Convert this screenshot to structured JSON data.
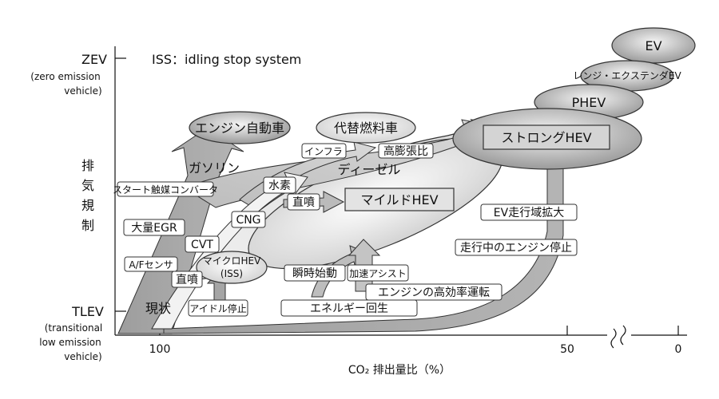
{
  "note": "ISS：idling stop system",
  "y_axis": {
    "title_chars": [
      "排",
      "気",
      "規",
      "制"
    ],
    "top": {
      "label": "ZEV",
      "sub1": "(zero emission",
      "sub2": "vehicle)"
    },
    "bottom": {
      "label": "TLEV",
      "sub1": "(transitional",
      "sub2": "low emission",
      "sub3": "vehicle)"
    }
  },
  "x_axis": {
    "title": "CO₂ 排出量比（%）",
    "ticks": [
      "100",
      "50",
      "0"
    ]
  },
  "ellipses": {
    "engine": "エンジン自動車",
    "alt_fuel": "代替燃料車",
    "strong_hev": "ストロングHEV",
    "phev": "PHEV",
    "range_ext": "レンジ・エクステンダEV",
    "ev": "EV",
    "micro_hev_line1": "マイクロHEV",
    "micro_hev_line2": "(ISS)"
  },
  "boxes": {
    "infra": "インフラ",
    "expansion": "高膨張比",
    "gasoline": "ガソリン",
    "diesel": "ディーゼル",
    "start_catalyst": "スタート触媒コンバータ",
    "hydrogen": "水素",
    "direct_injection_1": "直噴",
    "mild_hev": "マイルドHEV",
    "cng": "CNG",
    "mass_egr": "大量EGR",
    "cvt": "CVT",
    "af_sensor": "A/Fセンサ",
    "direct_injection_2": "直噴",
    "current": "現状",
    "idle_stop": "アイドル停止",
    "instant_start": "瞬時始動",
    "accel_assist": "加速アシスト",
    "high_eff": "エンジンの高効率運転",
    "regen": "エネルギー回生",
    "ev_range": "EV走行域拡大",
    "engine_stop": "走行中のエンジン停止"
  }
}
